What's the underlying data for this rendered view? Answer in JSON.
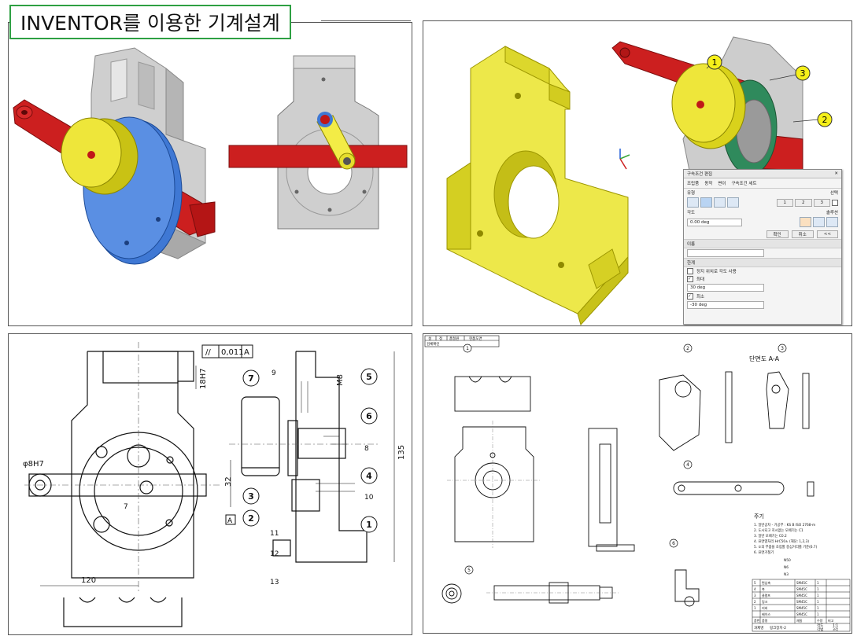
{
  "title": "INVENTOR를 이용한 기계설계",
  "balloons_3d": [
    "1",
    "2",
    "3"
  ],
  "dialog": {
    "title": "구속조건 편집",
    "tabs": [
      "조립품",
      "동작",
      "변이",
      "구속조건 세트"
    ],
    "type_label": "유형",
    "selection_label": "선택",
    "angle_label": "각도",
    "angle_value": "0.00 deg",
    "solution_label": "솔루션",
    "ok_label": "확인",
    "cancel_label": "취소",
    "expand_label": "<<",
    "name_label": "이름",
    "limits_label": "한계",
    "limit_option": "정지 위치로 각도 사용",
    "max_label": "최대",
    "max_value": "30 deg",
    "min_label": "최소",
    "min_value": "-30 deg",
    "sel_buttons": [
      "1",
      "2",
      "3"
    ]
  },
  "assembly_drawing": {
    "tolerance": [
      "//",
      "0,011",
      "A"
    ],
    "dims": [
      "18H7",
      "φ8H7",
      "120",
      "135",
      "32",
      "M8"
    ],
    "datum": "A",
    "balloons_circled": [
      "7",
      "5",
      "6",
      "4",
      "3",
      "2",
      "1"
    ],
    "labels_plain": [
      "9",
      "8",
      "10",
      "11",
      "12",
      "13",
      "7"
    ]
  },
  "detail_drawing": {
    "header": [
      "설",
      "정",
      "품질원",
      "현품도면",
      "검체확인"
    ],
    "views": [
      "1",
      "2",
      "3",
      "4",
      "5",
      "6"
    ],
    "section_title": "단면도 A-A",
    "notes_title": "주기",
    "notes": [
      "1. 일반공차 - 가공부 : KS B ISO 2768-m",
      "2. 도시되고 지시없는 모떼기는 C1",
      "3. 일반 모떼기는 C0.2",
      "4. 표면열처리 HrC50± (해당: 1,2,3)",
      "5. ①의 부품을 조립할 중심거리를 기준(6.7)",
      "6. 표면거칠기"
    ],
    "roughness": [
      "N50",
      "N6",
      "N3"
    ],
    "table_rows": [
      [
        "5",
        "편심축",
        "SM45C",
        "1",
        ""
      ],
      [
        "4",
        "축",
        "SM45C",
        "1",
        ""
      ],
      [
        "3",
        "클램프",
        "SM45C",
        "1",
        ""
      ],
      [
        "2",
        "링크",
        "SM45C",
        "1",
        ""
      ],
      [
        "1",
        "커버",
        "SM45C",
        "1",
        ""
      ],
      [
        "",
        "베이스",
        "SM45C",
        "1",
        ""
      ]
    ],
    "table_header": [
      "품번",
      "품명",
      "재질",
      "수량",
      "비고"
    ],
    "title_block": [
      "과제명",
      "링크장치-2",
      "척도",
      "1:1",
      "각법",
      "3각"
    ]
  }
}
